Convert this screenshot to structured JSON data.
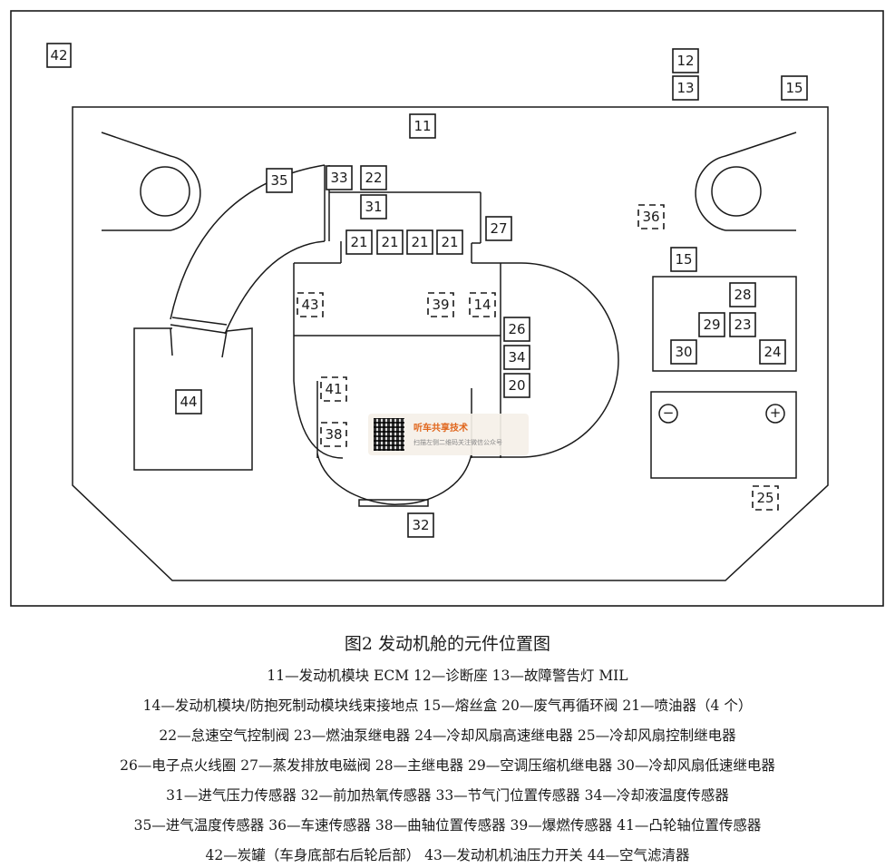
{
  "figure": {
    "title": "图2  发动机舱的元件位置图",
    "legend_lines": [
      "11—发动机模块 ECM   12—诊断座   13—故障警告灯 MIL",
      "14—发动机模块/防抱死制动模块线束接地点   15—熔丝盒   20—废气再循环阀   21—喷油器（4 个）",
      "22—怠速空气控制阀   23—燃油泵继电器   24—冷却风扇高速继电器   25—冷却风扇控制继电器",
      "26—电子点火线圈   27—蒸发排放电磁阀   28—主继电器   29—空调压缩机继电器   30—冷却风扇低速继电器",
      "31—进气压力传感器   32—前加热氧传感器   33—节气门位置传感器   34—冷却液温度传感器",
      "35—进气温度传感器   36—车速传感器   38—曲轴位置传感器   39—爆燃传感器   41—凸轮轴位置传感器",
      "42—炭罐（车身底部右后轮后部）   43—发动机机油压力开关   44—空气滤清器"
    ]
  },
  "markers": {
    "m42": "42",
    "m12": "12",
    "m13": "13",
    "m15a": "15",
    "m11": "11",
    "m35": "35",
    "m33": "33",
    "m22": "22",
    "m31": "31",
    "m27": "27",
    "m21a": "21",
    "m21b": "21",
    "m21c": "21",
    "m21d": "21",
    "m36": "36",
    "m15b": "15",
    "m28": "28",
    "m29": "29",
    "m23": "23",
    "m30": "30",
    "m24": "24",
    "m43": "43",
    "m39": "39",
    "m14": "14",
    "m26": "26",
    "m34": "34",
    "m20": "20",
    "m41": "41",
    "m38": "38",
    "m44": "44",
    "m25": "25",
    "m32": "32"
  },
  "battery": {
    "minus": "−",
    "plus": "+"
  },
  "watermark": {
    "title": "听车共享技术",
    "subtitle": "扫描左侧二维码关注微信公众号"
  }
}
